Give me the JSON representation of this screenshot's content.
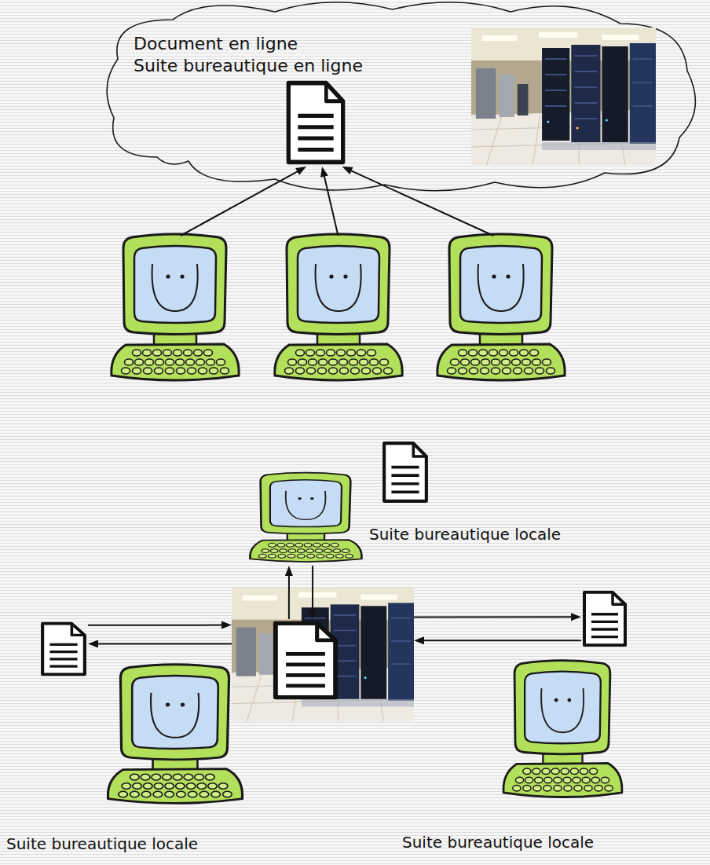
{
  "diagram": {
    "nodes": [
      {
        "text": [
          "Document en ligne",
          "Suite bureautique en ligne"
        ]
      },
      {
        "text": []
      },
      {
        "text": []
      },
      {
        "text": []
      },
      {
        "text": [
          "Suite bureautique locale"
        ]
      },
      {
        "text": []
      },
      {
        "text": [
          "Suite bureautique locale"
        ]
      },
      {
        "text": [
          "Suite bureautique locale"
        ]
      }
    ],
    "edges": [
      {
        "from": 1,
        "to": 0,
        "arrow": "to"
      },
      {
        "from": 2,
        "to": 0,
        "arrow": "to"
      },
      {
        "from": 3,
        "to": 0,
        "arrow": "to"
      },
      {
        "from": 5,
        "to": 4,
        "arrow": "to"
      },
      {
        "from": 4,
        "to": 5,
        "arrow": "to"
      },
      {
        "from": 6,
        "to": 5,
        "arrow": "to"
      },
      {
        "from": 5,
        "to": 6,
        "arrow": "to"
      },
      {
        "from": 5,
        "to": 7,
        "arrow": "to"
      },
      {
        "from": 7,
        "to": 5,
        "arrow": "to"
      }
    ]
  }
}
